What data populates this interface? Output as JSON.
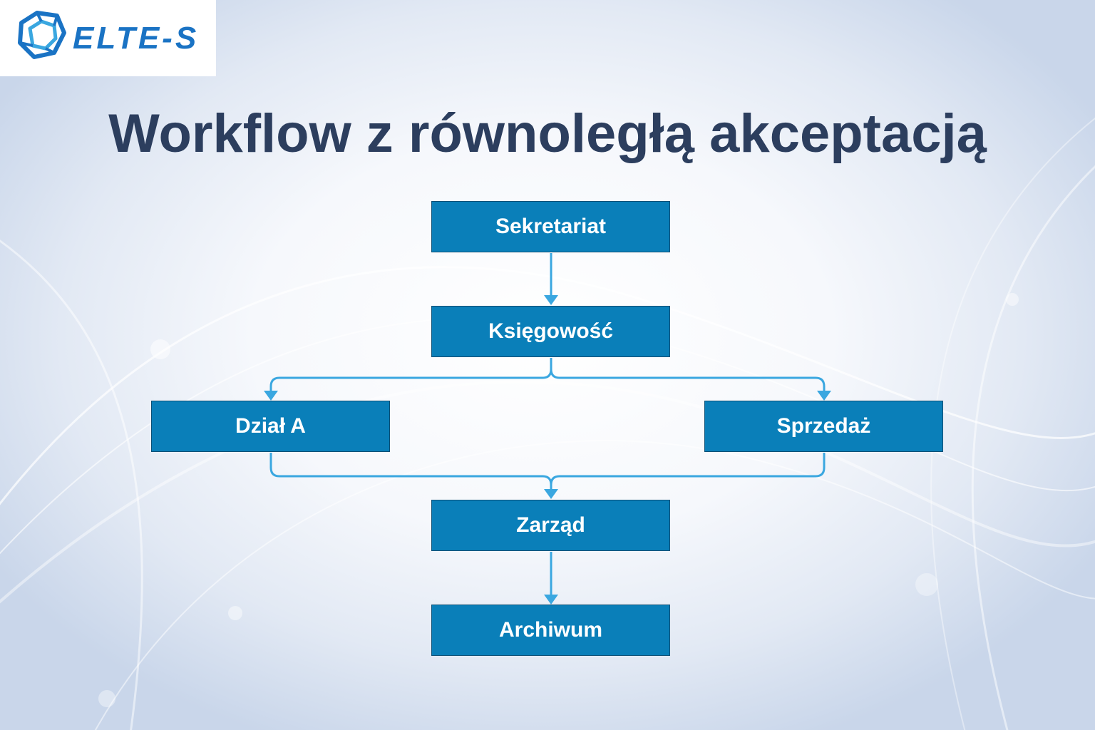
{
  "logo": {
    "text": "ELTE-S",
    "brand_color": "#1a73c4"
  },
  "title": "Workflow z równoległą akceptacją",
  "colors": {
    "node_fill": "#0a7fb9",
    "connector": "#3aa7e0",
    "title": "#2c3e5e"
  },
  "diagram": {
    "nodes": [
      {
        "id": "sekretariat",
        "label": "Sekretariat"
      },
      {
        "id": "ksiegowosc",
        "label": "Księgowość"
      },
      {
        "id": "dzial_a",
        "label": "Dział A"
      },
      {
        "id": "sprzedaz",
        "label": "Sprzedaż"
      },
      {
        "id": "zarzad",
        "label": "Zarząd"
      },
      {
        "id": "archiwum",
        "label": "Archiwum"
      }
    ],
    "edges": [
      {
        "from": "sekretariat",
        "to": "ksiegowosc"
      },
      {
        "from": "ksiegowosc",
        "to": "dzial_a"
      },
      {
        "from": "ksiegowosc",
        "to": "sprzedaz"
      },
      {
        "from": "dzial_a",
        "to": "zarzad"
      },
      {
        "from": "sprzedaz",
        "to": "zarzad"
      },
      {
        "from": "zarzad",
        "to": "archiwum"
      }
    ]
  }
}
